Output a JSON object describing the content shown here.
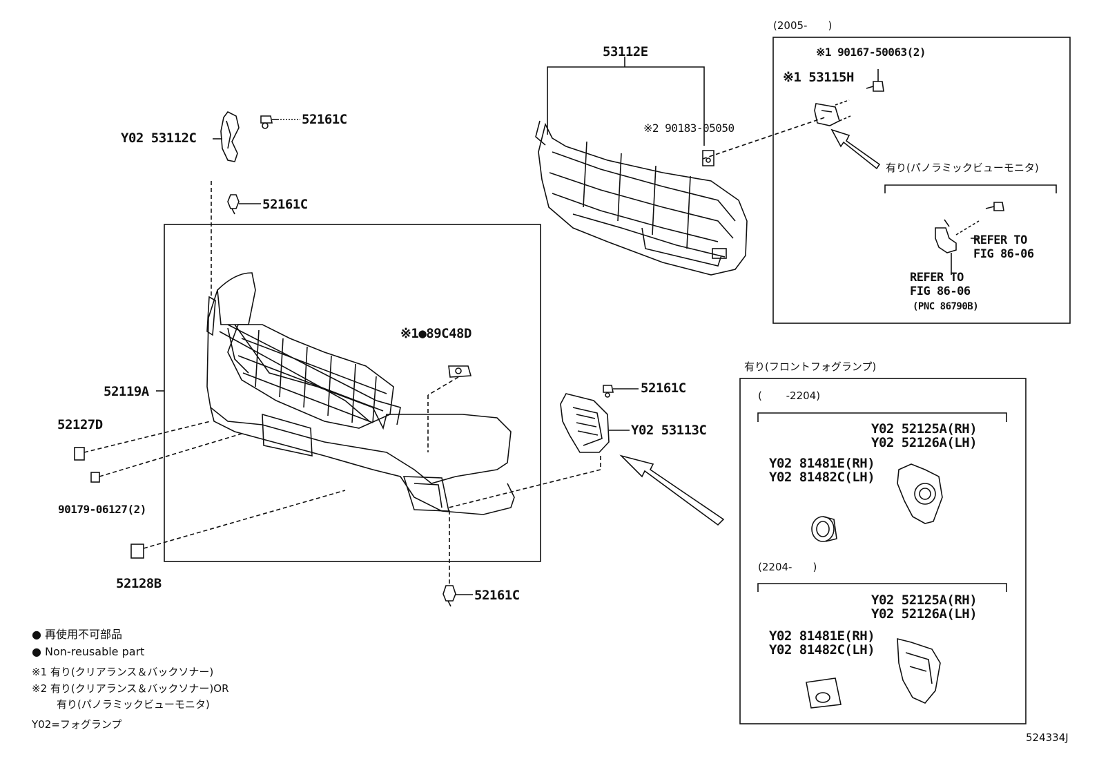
{
  "labels": {
    "p53112E": "53112E",
    "p90183": "※2 90183-05050",
    "p53112C": "Y02 53112C",
    "p52161C_a": "52161C",
    "p52161C_b": "52161C",
    "p89C48D": "※1●89C48D",
    "p52119A": "52119A",
    "p52127D": "52127D",
    "p90179": "90179-06127(2)",
    "p52128B": "52128B",
    "p52161C_c": "52161C",
    "p52161C_d": "52161C",
    "p53113C": "Y02 53113C"
  },
  "panoramic_box": {
    "header": "(2005-　　)",
    "bolt": "※1 90167-50063(2)",
    "sensor": "※1 53115H",
    "caption": "有り(パノラミックビューモニタ)",
    "refer_a_1": "REFER TO",
    "refer_a_2": "FIG 86-06",
    "refer_b_1": "REFER TO",
    "refer_b_2": "FIG 86-06",
    "pnc": "(PNC 86790B)"
  },
  "foglamp_box": {
    "title": "有り(フロントフォグランプ)",
    "period1": "(　　 -2204)",
    "period2": "(2204-　　)",
    "c1": "Y02 52125A(RH)",
    "c2": "Y02 52126A(LH)",
    "r1": "Y02 81481E(RH)",
    "r2": "Y02 81482C(LH)",
    "c3": "Y02 52125A(RH)",
    "c4": "Y02 52126A(LH)",
    "r3": "Y02 81481E(RH)",
    "r4": "Y02 81482C(LH)"
  },
  "legend": {
    "l1": "● 再使用不可部品",
    "l2": "● Non-reusable part",
    "l3": "※1 有り(クリアランス＆バックソナー)",
    "l4": "※2 有り(クリアランス＆バックソナー)OR",
    "l5": "有り(パノラミックビューモニタ)",
    "l6": "Y02=フォグランプ"
  },
  "code": "524334J"
}
